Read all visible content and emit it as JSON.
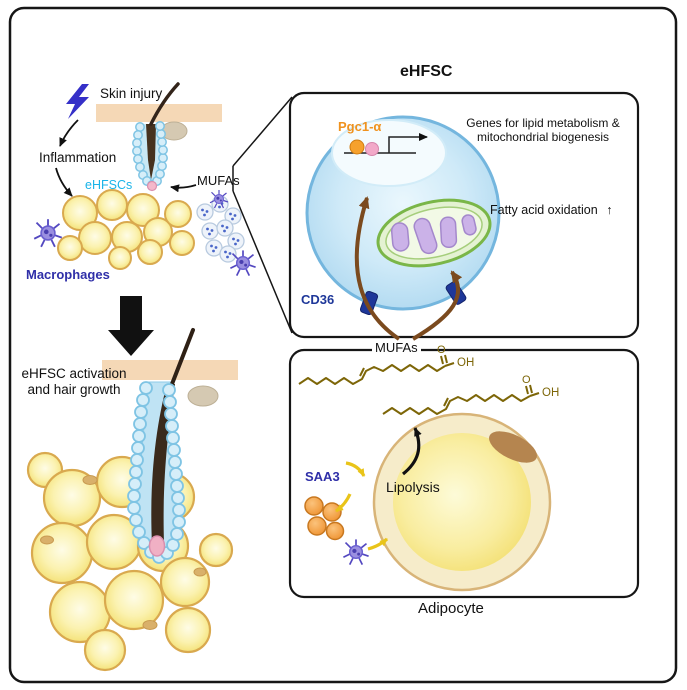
{
  "figure": {
    "left": {
      "skin_injury_label": "Skin injury",
      "inflammation_label": "Inflammation",
      "ehfscs_label": "eHFSCs",
      "mufas_label": "MUFAs",
      "macrophages_label": "Macrophages",
      "activation_caption_line1": "eHFSC activation",
      "activation_caption_line2": "and hair growth"
    },
    "ehfsc_panel": {
      "title": "eHFSC",
      "pgc1a_label": "Pgc1-α",
      "genes_caption_line1": "Genes for lipid metabolism &",
      "genes_caption_line2": "mitochondrial biogenesis",
      "fatty_acid_oxidation_label": "Fatty acid oxidation",
      "up_arrow": "↑",
      "cd36_label": "CD36",
      "mufas_label": "MUFAs"
    },
    "adipocyte_panel": {
      "fatty_acid_1": {
        "o": "O",
        "oh": "OH"
      },
      "fatty_acid_2": {
        "o": "O",
        "oh": "OH"
      },
      "saa3_label": "SAA3",
      "lipolysis_label": "Lipolysis",
      "panel_label": "Adipocyte"
    },
    "colors": {
      "ehfscs_cyan": "#1ab4e8",
      "macrophage_blue": "#2f2fa8",
      "pgc1a_orange": "#f0921e",
      "cd36_blue": "#1e3799",
      "arrow_brown": "#7b4a1e",
      "fatty_acid_olive": "#7d6608",
      "cell_blue": "#bcdff2",
      "adipocyte_yellow": "#f7e87c",
      "mitochondrion_green": "#7ab648",
      "cristae_purple": "#c8aee6"
    }
  }
}
